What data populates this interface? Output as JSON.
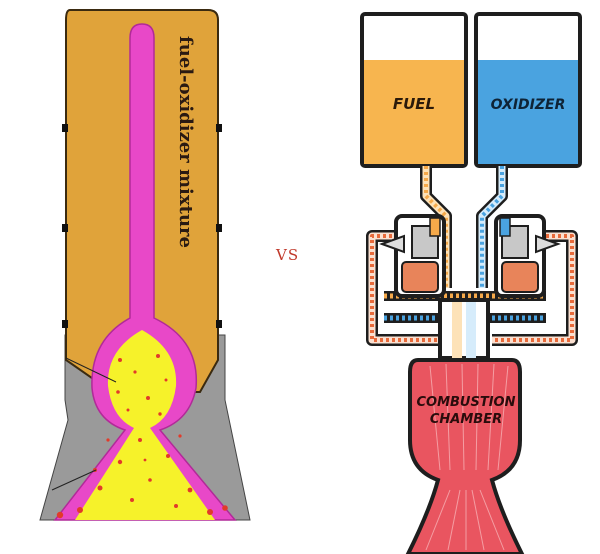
{
  "solid_rocket": {
    "label": "fuel-oxidizer mixture"
  },
  "separator": "VS",
  "liquid_rocket": {
    "fuel_tank_label": "FUEL",
    "oxidizer_tank_label": "OXIDIZER",
    "chamber_label_line1": "COMBUSTION",
    "chamber_label_line2": "CHAMBER"
  },
  "colors": {
    "casing": "#e0a33a",
    "core": "#e848c8",
    "flame": "#f6f22a",
    "nozzle": "#9a9a9a",
    "fuel": "#f7b54f",
    "oxidizer": "#4aa3e0",
    "chamber": "#e95560",
    "outline": "#1e1e1e"
  }
}
